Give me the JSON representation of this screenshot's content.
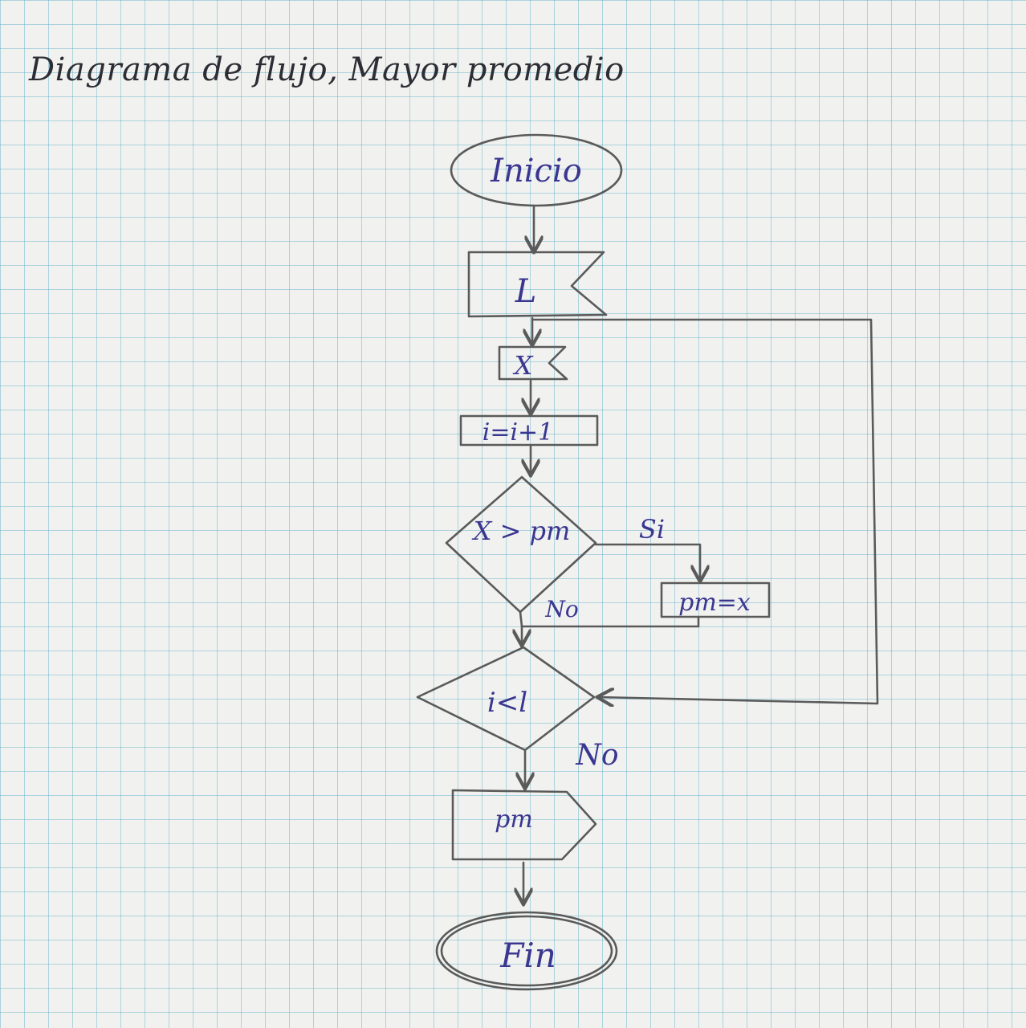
{
  "title": "Diagrama de flujo, Mayor promedio",
  "nodes": {
    "start": "Inicio",
    "read_l": "L",
    "read_x": "X",
    "increment": "i=i+1",
    "decision_pm": "X > pm",
    "assign_pm": "pm=x",
    "decision_loop": "i<l",
    "output_pm": "pm",
    "end": "Fin"
  },
  "edges": {
    "yes_label": "Si",
    "no_label_1": "No",
    "no_label_2": "No"
  },
  "colors": {
    "ink_text": "#3b3690",
    "ink_lines": "#5a5a5a",
    "grid": "#5aaac8"
  }
}
